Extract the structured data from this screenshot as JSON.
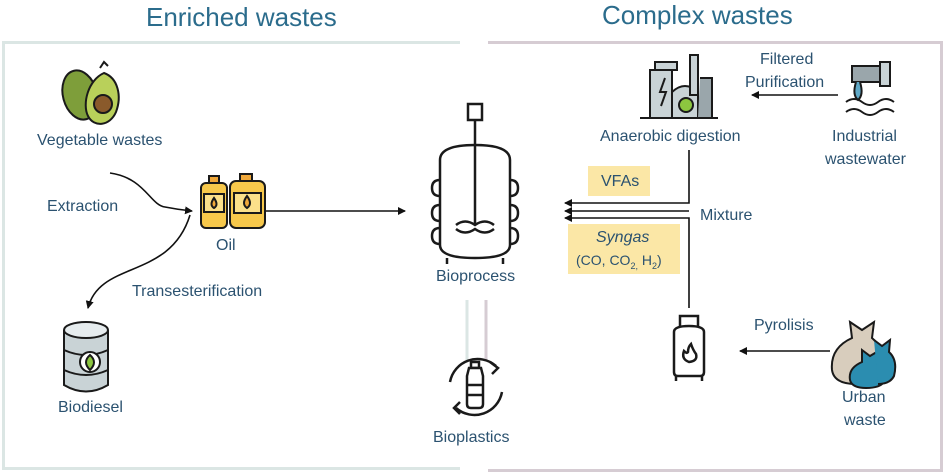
{
  "headers": {
    "left": "Enriched wastes",
    "right": "Complex wastes"
  },
  "labels": {
    "vegetable_wastes": "Vegetable wastes",
    "extraction": "Extraction",
    "oil": "Oil",
    "transesterification": "Transesterification",
    "biodiesel": "Biodiesel",
    "bioprocess": "Bioprocess",
    "bioplastics": "Bioplastics",
    "anaerobic_digestion": "Anaerobic digestion",
    "filtered": "Filtered",
    "purification": "Purification",
    "industrial": "Industrial",
    "wastewater": "wastewater",
    "vfas": "VFAs",
    "mixture": "Mixture",
    "syngas": "Syngas",
    "syngas_co": "(CO, CO",
    "syngas_co2_sub": "2,",
    "syngas_h": " H",
    "syngas_h2_sub": "2",
    "syngas_close": ")",
    "pyrolisis": "Pyrolisis",
    "urban": "Urban",
    "waste": "waste"
  },
  "colors": {
    "left_border": "#dbe6e4",
    "right_border": "#d6ccd3",
    "header": "#2b6c8c",
    "text": "#2b5270",
    "highlight": "#fbe7a6"
  }
}
